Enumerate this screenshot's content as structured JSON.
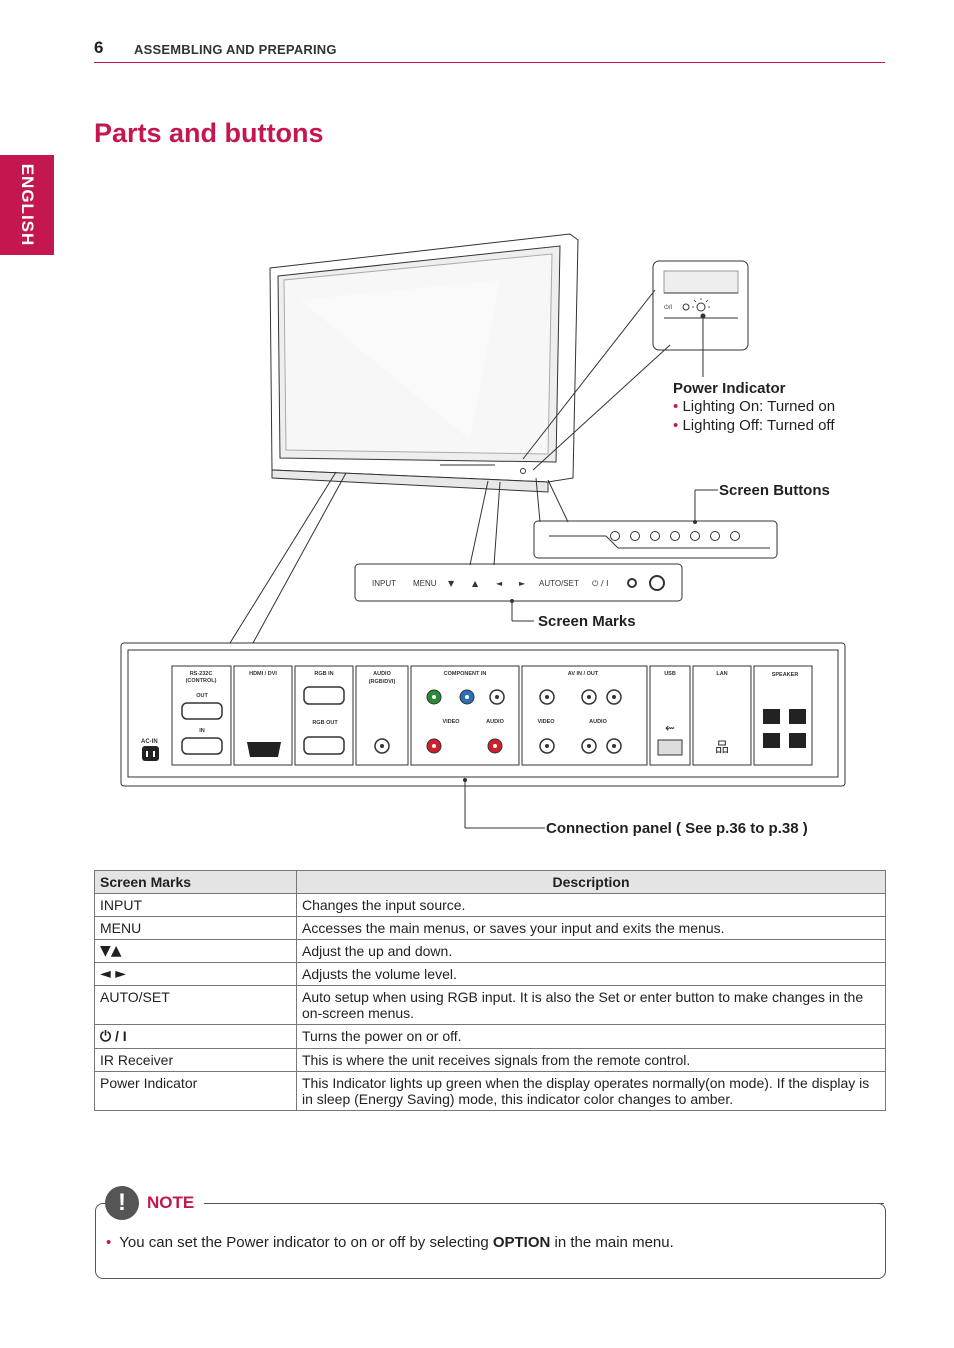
{
  "header": {
    "page_number": "6",
    "section": "ASSEMBLING AND PREPARING"
  },
  "language_tab": "ENGLISH",
  "title": "Parts and buttons",
  "diagram": {
    "power_indicator": {
      "heading": "Power Indicator",
      "items": [
        "Lighting On: Turned on",
        "Lighting Off: Turned off"
      ]
    },
    "screen_buttons": "Screen Buttons",
    "screen_marks": "Screen Marks",
    "connection_panel": "Connection panel ( See p.36 to p.38 )",
    "marks_strip": [
      "INPUT",
      "MENU",
      "AUTO/SET"
    ],
    "ports": {
      "ac_in": "AC-IN",
      "rs232c": "RS-232C",
      "rs232c_sub": "(CONTROL)",
      "out": "OUT",
      "in": "IN",
      "hdmi": "HDMI / DVI",
      "rgb_in": "RGB IN",
      "rgb_out": "RGB OUT",
      "audio": "AUDIO",
      "audio_sub": "(RGB/DVI)",
      "component_in": "COMPONENT IN",
      "video": "VIDEO",
      "audio_label": "AUDIO",
      "av_in_out": "AV IN / OUT",
      "usb": "USB",
      "lan": "LAN",
      "speaker": "SPEAKER"
    }
  },
  "table": {
    "headers": [
      "Screen Marks",
      "Description"
    ],
    "rows": [
      {
        "mark": "INPUT",
        "desc": "Changes the input source."
      },
      {
        "mark": "MENU",
        "desc": "Accesses the main menus, or saves your input and exits the menus."
      },
      {
        "mark": "▼▲",
        "desc": "Adjust the up and down."
      },
      {
        "mark": "◄ ►",
        "desc": "Adjusts the volume level."
      },
      {
        "mark": "AUTO/SET",
        "desc": "Auto setup when using RGB input. It is also the Set or enter button to make changes in the on-screen menus."
      },
      {
        "mark": "/ I",
        "desc": "Turns the power on or off."
      },
      {
        "mark": "IR Receiver",
        "desc": "This is where the unit receives signals from the remote control."
      },
      {
        "mark": "Power Indicator",
        "desc": "This Indicator lights up green when the display operates normally(on mode). If the display is in sleep (Energy Saving) mode, this indicator color changes to amber."
      }
    ]
  },
  "note": {
    "label": "NOTE",
    "text_before": "You can set the Power indicator to on or off by selecting ",
    "text_bold": "OPTION",
    "text_after": " in the main menu."
  }
}
